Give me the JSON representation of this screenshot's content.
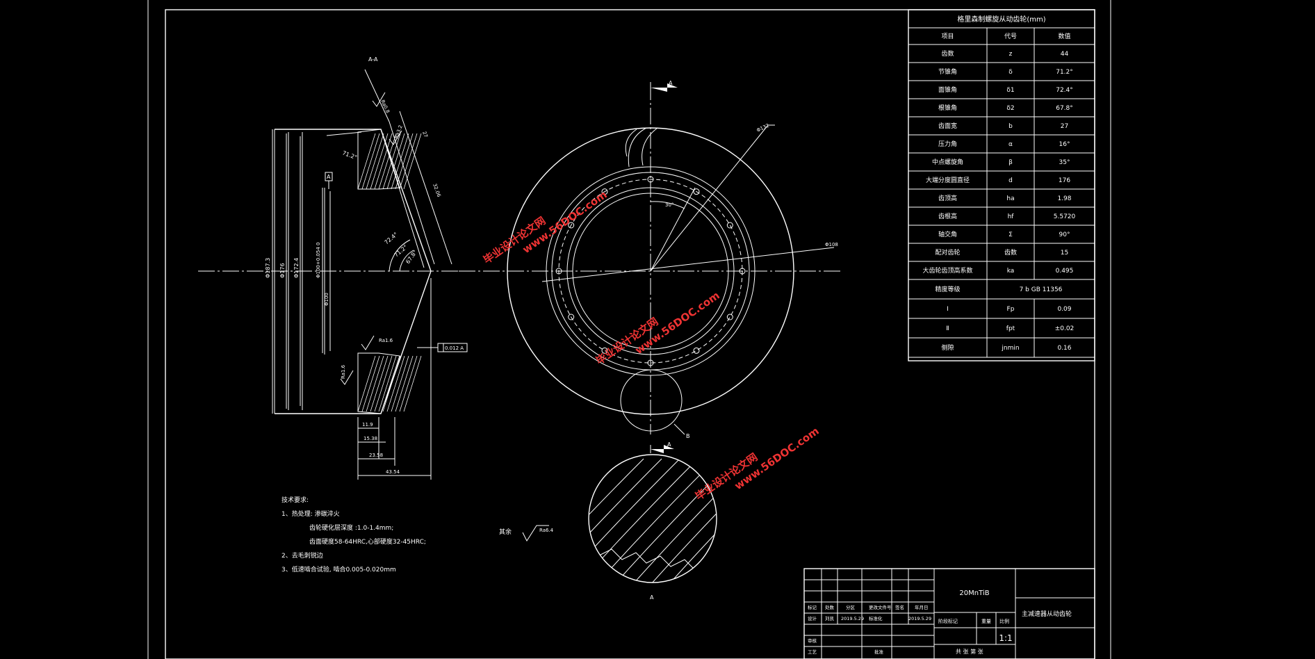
{
  "drawing": {
    "section_label": "A-A",
    "view_label_b": "B",
    "arrow_label_top": "A",
    "arrow_label_bottom": "A",
    "datum": "A",
    "dims": {
      "d1": "Φ187.3",
      "d2": "Φ176",
      "d3": "Φ172.4",
      "d4": "Φ100+0.054 0",
      "d5": "Φ100",
      "ang1": "71.2°",
      "ang2": "72.4°",
      "ang3": "71.2°",
      "ang4": "67.8°",
      "l1": "11.9",
      "l2": "15.38",
      "l3": "23.58",
      "l4": "43.54",
      "l5": "32.06",
      "l6": "27",
      "circle_d1": "Φ132",
      "circle_d2": "Φ108",
      "angle30": "30°",
      "tol": "0.012 A"
    },
    "roughness": [
      "Ra0.8",
      "Ra3.2",
      "Ra1.6",
      "Ra1.6"
    ],
    "rest_label": "其余",
    "rest_ra": "Ra6.4"
  },
  "notes": {
    "title": "技术要求:",
    "items": [
      "1、热处理: 渗碳淬火",
      "齿轮硬化层深度 :1.0-1.4mm;",
      "齿面硬度58-64HRC,心部硬度32-45HRC;",
      "2、去毛刺锐边",
      "3、低速啮合试验, 啮合0.005-0.020mm"
    ]
  },
  "param_table": {
    "title": "格里森制螺旋从动齿轮(mm)",
    "headers": [
      "项目",
      "代号",
      "数值"
    ],
    "rows": [
      [
        "齿数",
        "z",
        "44"
      ],
      [
        "节锥角",
        "δ",
        "71.2°"
      ],
      [
        "面锥角",
        "δ1",
        "72.4°"
      ],
      [
        "根锥角",
        "δ2",
        "67.8°"
      ],
      [
        "齿面宽",
        "b",
        "27"
      ],
      [
        "压力角",
        "α",
        "16°"
      ],
      [
        "中点螺旋角",
        "β",
        "35°"
      ],
      [
        "大端分度圆直径",
        "d",
        "176"
      ],
      [
        "齿顶高",
        "ha",
        "1.98"
      ],
      [
        "齿根高",
        "hf",
        "5.5720"
      ],
      [
        "轴交角",
        "Σ",
        "90°"
      ],
      [
        "配对齿轮",
        "齿数",
        "15"
      ],
      [
        "大齿轮齿顶高系数",
        "ka",
        "0.495"
      ],
      [
        "精度等级",
        "7 b GB 11356",
        ""
      ],
      [
        "Ⅰ",
        "Fp",
        "0.09"
      ],
      [
        "Ⅱ",
        "fpt",
        "±0.02"
      ],
      [
        "侧隙",
        "jnmin",
        "0.16"
      ]
    ]
  },
  "title_block": {
    "material": "20MnTiB",
    "part_name": "主减速器从动齿轮",
    "scale": "1:1",
    "sheet_info": "共  张  第  张",
    "labels": {
      "mark": "标记",
      "count": "处数",
      "zone": "分区",
      "change_doc": "更改文件号",
      "sign": "签名",
      "date_h": "年月日",
      "design": "设计",
      "designer": "刘凯",
      "date1": "2019.5.29",
      "standard": "标准化",
      "date2": "2019.5.29",
      "stage": "阶段标记",
      "weight": "重量",
      "ratio": "比例",
      "review": "审核",
      "process": "工艺",
      "approve": "批准"
    }
  },
  "watermarks": [
    {
      "line1": "毕业设计论文网",
      "line2": "www.56DOC.com"
    },
    {
      "line1": "毕业设计论文网",
      "line2": "www.56DOC.com"
    },
    {
      "line1": "毕业设计论文网",
      "line2": "www.56DOC.com"
    }
  ]
}
